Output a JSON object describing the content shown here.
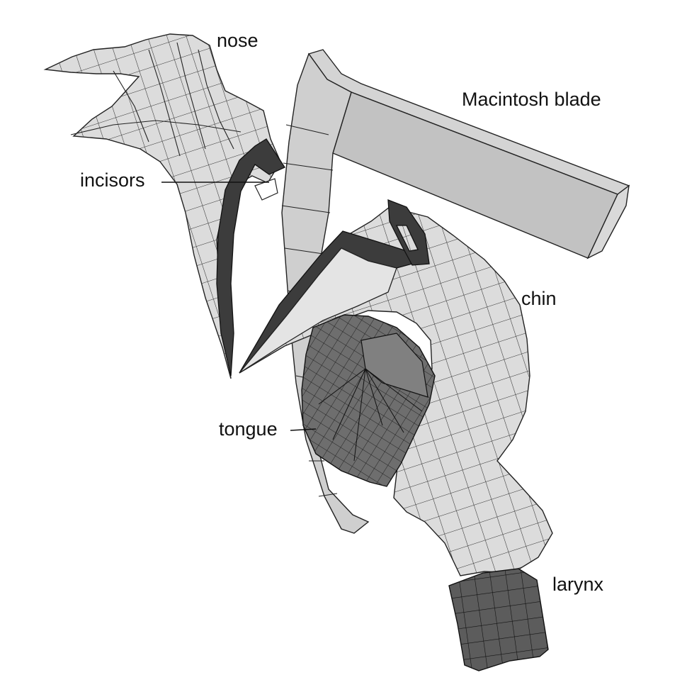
{
  "labels": {
    "nose": "nose",
    "blade": "Macintosh blade",
    "incisors": "incisors",
    "chin": "chin",
    "tongue": "tongue",
    "larynx": "larynx"
  },
  "colors": {
    "tissue": "#dcdcdc",
    "blade": "#c8c8c8",
    "tongue": "#6e6e6e",
    "dark": "#3c3c3c",
    "wire": "#222222"
  }
}
